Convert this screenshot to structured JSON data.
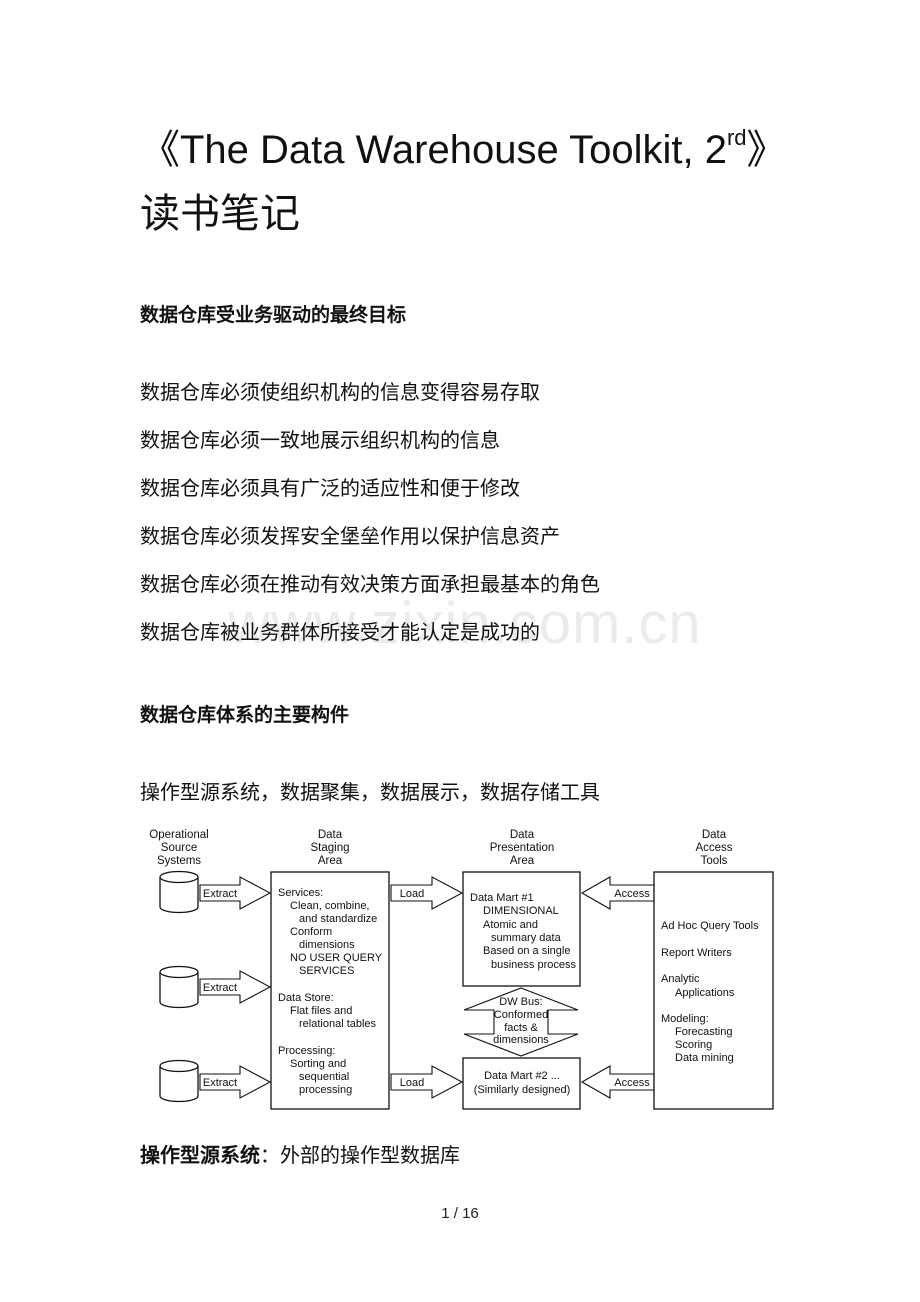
{
  "title": {
    "main": "《The Data Warehouse Toolkit, 2",
    "sup": "rd",
    "tail": "》读书笔记"
  },
  "section1": {
    "heading": "数据仓库受业务驱动的最终目标"
  },
  "goals": [
    "数据仓库必须使组织机构的信息变得容易存取",
    "数据仓库必须一致地展示组织机构的信息",
    "数据仓库必须具有广泛的适应性和便于修改",
    "数据仓库必须发挥安全堡垒作用以保护信息资产",
    "数据仓库必须在推动有效决策方面承担最基本的角色",
    "数据仓库被业务群体所接受才能认定是成功的"
  ],
  "section2": {
    "heading": "数据仓库体系的主要构件"
  },
  "components_line": "操作型源系统，数据聚集，数据展示，数据存储工具",
  "watermark": "www.zixin.com.cn",
  "diagram": {
    "columns": [
      {
        "lines": [
          "Operational",
          "Source",
          "Systems"
        ]
      },
      {
        "lines": [
          "Data",
          "Staging",
          "Area"
        ]
      },
      {
        "lines": [
          "Data",
          "Presentation",
          "Area"
        ]
      },
      {
        "lines": [
          "Data",
          "Access",
          "Tools"
        ]
      }
    ],
    "extract_label": "Extract",
    "load_label": "Load",
    "access_label": "Access",
    "staging_lines": [
      "Services:",
      "Clean, combine,",
      "and standardize",
      "Conform",
      "dimensions",
      "NO USER QUERY",
      "SERVICES",
      "Data Store:",
      "Flat files and",
      "relational tables",
      "Processing:",
      "Sorting and",
      "sequential",
      "processing"
    ],
    "mart1_lines": [
      "Data Mart #1",
      "DIMENSIONAL",
      "Atomic and",
      "summary data",
      "Based on a single",
      "business process"
    ],
    "bus_lines": [
      "DW Bus:",
      "Conformed",
      "facts &",
      "dimensions"
    ],
    "mart2_lines": [
      "Data Mart #2 ...",
      "(Similarly designed)"
    ],
    "tools_lines": [
      "Ad Hoc Query Tools",
      "Report Writers",
      "Analytic",
      "Applications",
      "Modeling:",
      "Forecasting",
      "Scoring",
      "Data mining"
    ]
  },
  "definition": {
    "term": "操作型源系统",
    "colon": "：",
    "text": "外部的操作型数据库"
  },
  "footer": {
    "page": "1",
    "sep": " / ",
    "total": "16"
  }
}
